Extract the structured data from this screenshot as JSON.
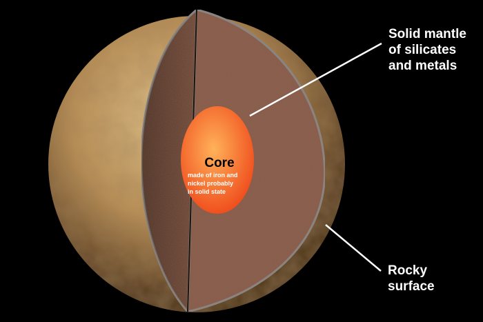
{
  "diagram": {
    "labels": {
      "mantle": [
        "Solid mantle",
        "of silicates",
        "and metals"
      ],
      "surface": [
        "Rocky",
        "surface"
      ],
      "core_title": "Core",
      "core_desc": [
        "made of iron and",
        "nickel probably",
        "in solid state"
      ]
    },
    "colors": {
      "background": "#000000",
      "planet_light": "#e2c48c",
      "planet_mid": "#b88e56",
      "planet_dark": "#4a3018",
      "mantle": "#8a5a48",
      "mantle_shade": "#6e4536",
      "core_center": "#ffb25a",
      "core_edge": "#f0501e",
      "leader_line": "#ffffff",
      "rim": "#8c8c8c"
    }
  }
}
